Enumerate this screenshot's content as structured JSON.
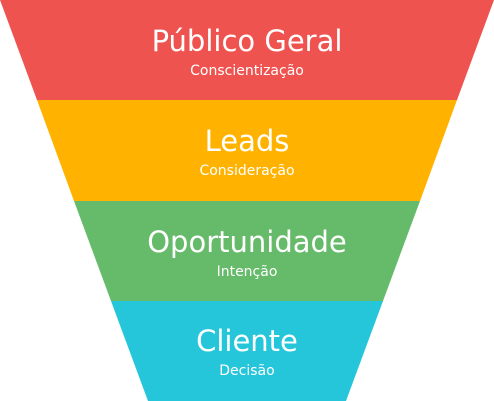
{
  "funnel": {
    "stages": [
      {
        "title": "Público Geral",
        "subtitle": "Conscientização",
        "color": "#EF5350"
      },
      {
        "title": "Leads",
        "subtitle": "Consideração",
        "color": "#FFB300"
      },
      {
        "title": "Oportunidade",
        "subtitle": "Intenção",
        "color": "#66BB6A"
      },
      {
        "title": "Cliente",
        "subtitle": "Decisão",
        "color": "#26C6DA"
      }
    ]
  }
}
